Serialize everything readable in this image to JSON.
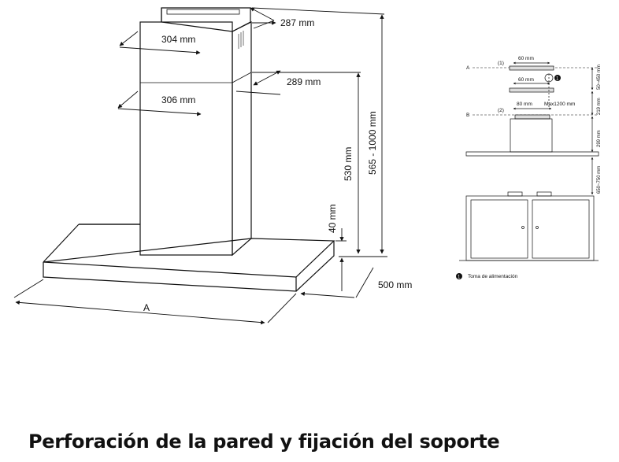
{
  "main_diagram": {
    "dim_chimney_top_depth": "287 mm",
    "dim_chimney_top_width": "304 mm",
    "dim_chimney_lower_depth": "289 mm",
    "dim_chimney_lower_width": "306 mm",
    "dim_chimney_height": "530 mm",
    "dim_total_height": "565 - 1000 mm",
    "dim_canopy_thickness": "40 mm",
    "dim_canopy_depth": "500 mm",
    "dim_width_label": "A"
  },
  "install_diagram": {
    "line_a": "A",
    "line_b": "B",
    "bracket_1": "(1)",
    "bracket_2": "(2)",
    "dim_bracket1_width": "60 mm",
    "dim_bracket1b_width": "60 mm",
    "dim_bracket2_width": "80 mm",
    "dim_max": "Max1200 mm",
    "dim_a_range": "50~450 mm",
    "dim_219": "219 mm",
    "dim_299": "299 mm",
    "dim_650_750": "650~750 mm",
    "socket_marker": "1",
    "legend_marker": "1",
    "legend_text": "Toma de alimentación"
  },
  "heading": "Perforación de la pared y fijación del soporte"
}
